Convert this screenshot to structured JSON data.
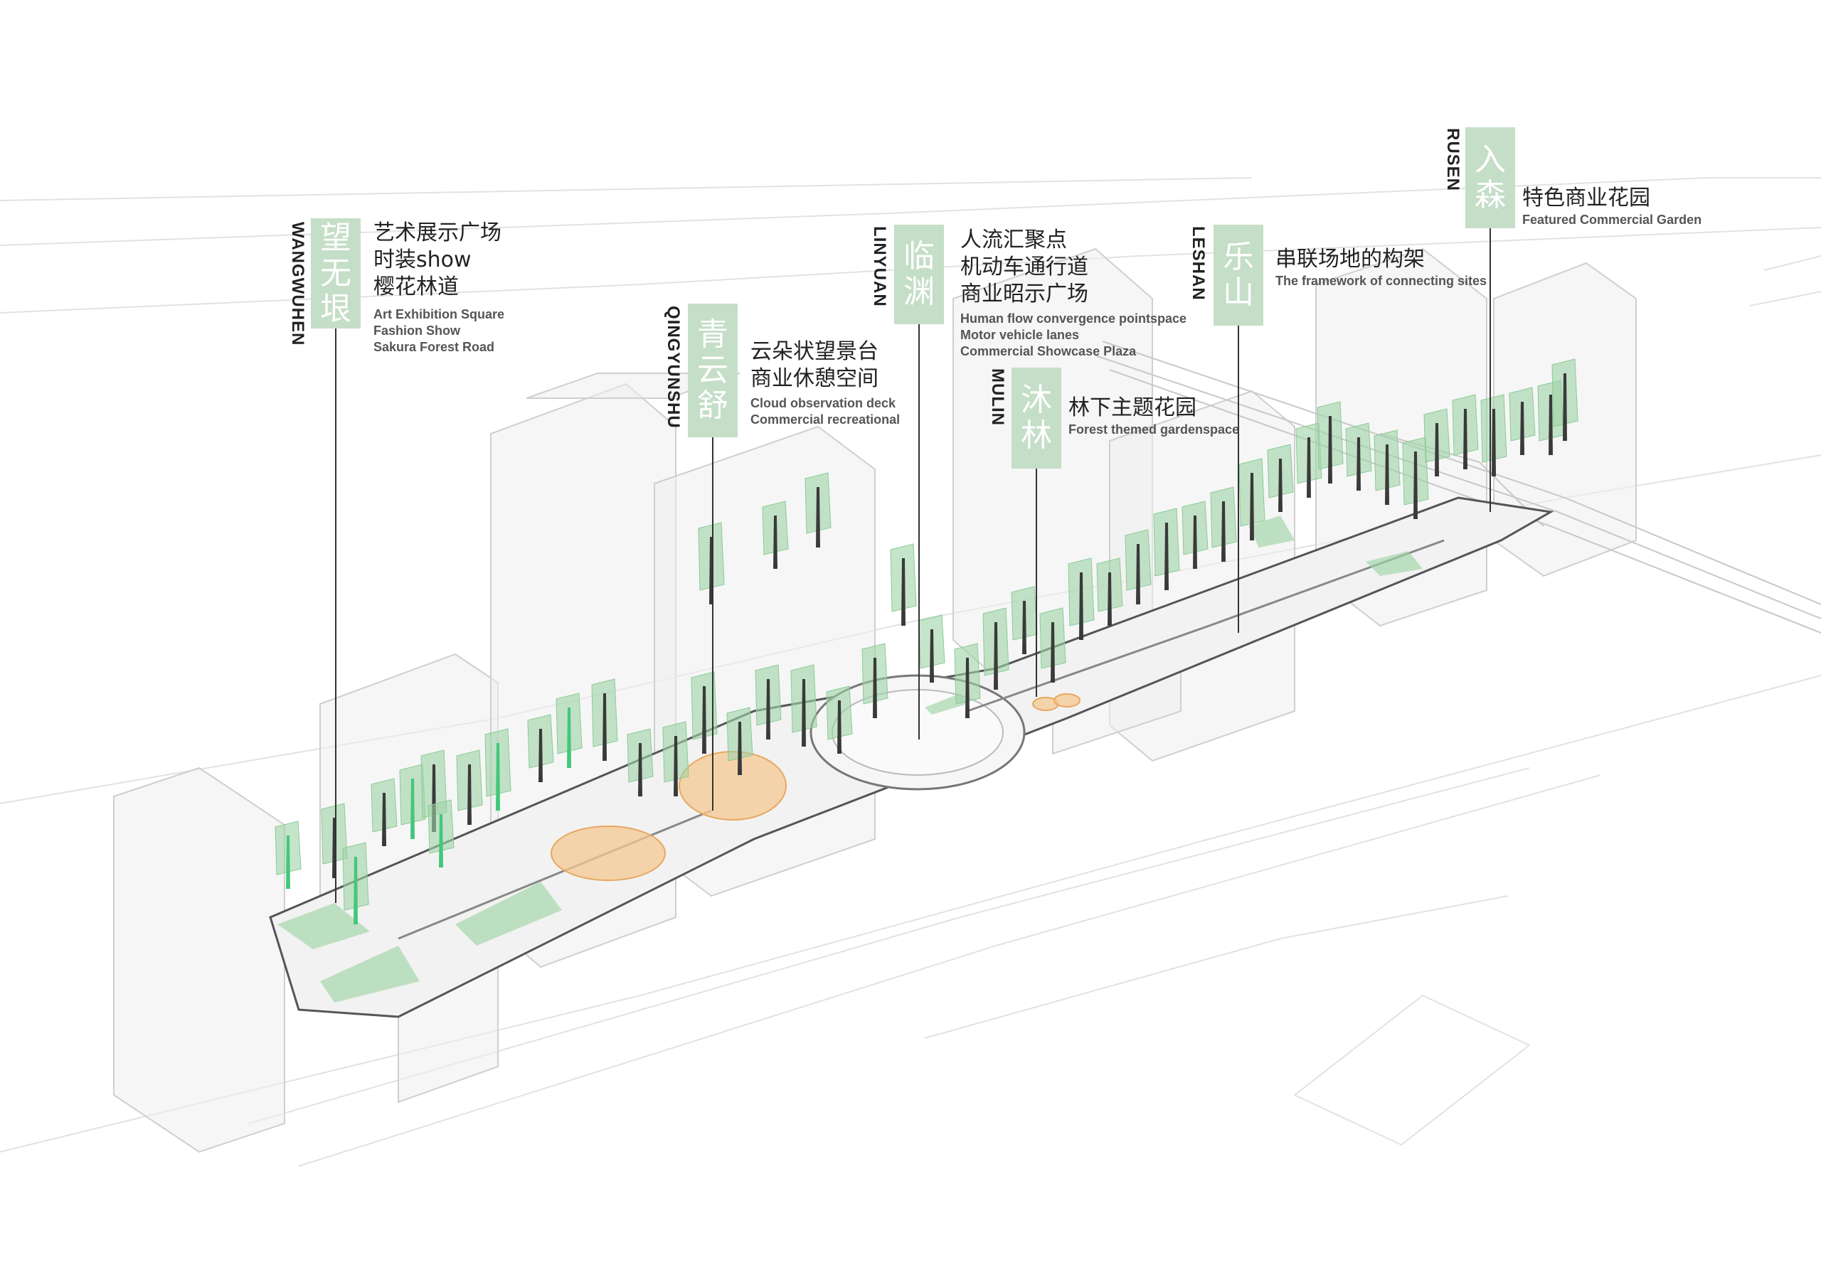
{
  "zones": [
    {
      "id": "wangwuhen",
      "pinyin": "WANGWUHEN",
      "chars": [
        "望",
        "无",
        "垠"
      ],
      "cn": [
        "艺术展示广场",
        "时装show",
        "樱花林道"
      ],
      "en": [
        "Art Exhibition Square",
        "Fashion Show",
        "Sakura Forest Road"
      ]
    },
    {
      "id": "qingyunshu",
      "pinyin": "QINGYUNSHU",
      "chars": [
        "青",
        "云",
        "舒"
      ],
      "cn": [
        "云朵状望景台",
        "商业休憩空间"
      ],
      "en": [
        "Cloud observation deck",
        "Commercial recreational"
      ]
    },
    {
      "id": "linyuan",
      "pinyin": "LINYUAN",
      "chars": [
        "临",
        "渊"
      ],
      "cn": [
        "人流汇聚点",
        "机动车通行道",
        "商业昭示广场"
      ],
      "en": [
        "Human flow convergence pointspace",
        "Motor vehicle lanes",
        "Commercial Showcase Plaza"
      ]
    },
    {
      "id": "mulin",
      "pinyin": "MULIN",
      "chars": [
        "沐",
        "林"
      ],
      "cn": [
        "林下主题花园"
      ],
      "en": [
        "Forest themed gardenspace"
      ]
    },
    {
      "id": "leshan",
      "pinyin": "LESHAN",
      "chars": [
        "乐",
        "山"
      ],
      "cn": [
        "串联场地的构架"
      ],
      "en": [
        "The framework of connecting sites"
      ]
    },
    {
      "id": "rusen",
      "pinyin": "RUSEN",
      "chars": [
        "入",
        "森"
      ],
      "cn": [
        "特色商业花园"
      ],
      "en": [
        "Featured Commercial Garden"
      ]
    }
  ],
  "colors": {
    "label_green": "#c5dec7",
    "tree_green": "#9fd4a6",
    "tree_bright": "#43c77b",
    "plaza_orange": "#f5c891",
    "building_stroke": "#cfcfcf",
    "leader_line": "#333333"
  }
}
